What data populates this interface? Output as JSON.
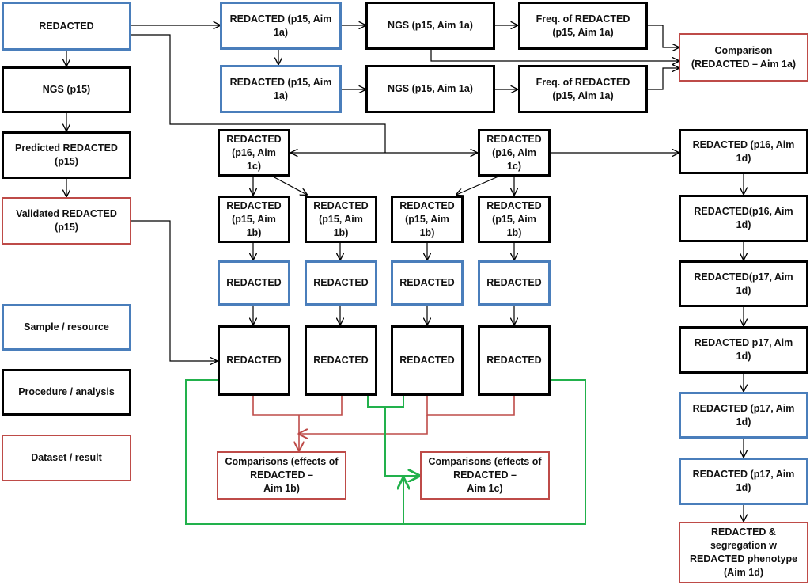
{
  "nodes": {
    "root": "REDACTED",
    "ngs_p15": "NGS (p15)",
    "predicted": "Predicted REDACTED\n(p15)",
    "validated": "Validated REDACTED\n(p15)",
    "legend_sample": "Sample / resource",
    "legend_procedure": "Procedure / analysis",
    "legend_dataset": "Dataset / result",
    "aim1a_sample_1": "REDACTED (p15, Aim\n1a)",
    "aim1a_sample_2": "REDACTED (p15, Aim\n1a)",
    "aim1a_ngs_1": "NGS (p15, Aim 1a)",
    "aim1a_ngs_2": "NGS (p15, Aim 1a)",
    "aim1a_freq_1": "Freq. of REDACTED\n(p15, Aim 1a)",
    "aim1a_freq_2": "Freq. of REDACTED\n(p15, Aim 1a)",
    "aim1a_comparison": "Comparison\n(REDACTED – Aim 1a)",
    "p16_left": "REDACTED\n(p16, Aim\n1c)",
    "p16_right": "REDACTED\n(p16, Aim\n1c)",
    "p15_1b_a": "REDACTED\n(p15, Aim\n1b)",
    "p15_1b_b": "REDACTED\n(p15, Aim\n1b)",
    "p15_1b_c": "REDACTED\n(p15, Aim\n1b)",
    "p15_1b_d": "REDACTED\n(p15, Aim\n1b)",
    "mid_a": "REDACTED",
    "mid_b": "REDACTED",
    "mid_c": "REDACTED",
    "mid_d": "REDACTED",
    "low_a": "REDACTED",
    "low_b": "REDACTED",
    "low_c": "REDACTED",
    "low_d": "REDACTED",
    "comp_1b": "Comparisons (effects of\nREDACTED –\nAim 1b)",
    "comp_1c": "Comparisons (effects of\nREDACTED –\nAim 1c)",
    "d1": "REDACTED (p16, Aim\n1d)",
    "d2": "REDACTED(p16, Aim\n1d)",
    "d3": "REDACTED(p17, Aim\n1d)",
    "d4": "REDACTED p17, Aim\n1d)",
    "d5": "REDACTED (p17, Aim\n1d)",
    "d6": "REDACTED (p17, Aim\n1d)",
    "d7": "REDACTED &\nsegregation w\nREDACTED phenotype\n(Aim 1d)"
  },
  "colors": {
    "sample": "#4a7ebb",
    "procedure": "#000000",
    "dataset": "#be4b48",
    "green_link": "#22b14c"
  }
}
